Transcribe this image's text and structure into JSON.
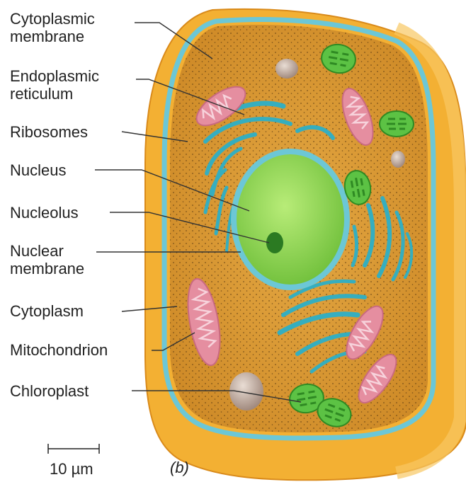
{
  "labels": {
    "cytoplasmic_membrane": [
      "Cytoplasmic",
      "membrane"
    ],
    "endoplasmic_reticulum": [
      "Endoplasmic",
      "reticulum"
    ],
    "ribosomes": "Ribosomes",
    "nucleus": "Nucleus",
    "nucleolus": "Nucleolus",
    "nuclear_membrane": [
      "Nuclear",
      "membrane"
    ],
    "cytoplasm": "Cytoplasm",
    "mitochondrion": "Mitochondrion",
    "chloroplast": "Chloroplast"
  },
  "scale_bar": {
    "text": "10 µm"
  },
  "panel_letter": "(b)",
  "colors": {
    "cell_wall": "#f3b033",
    "cell_wall_edge": "#d98a1a",
    "cytoplasm": "#d9962f",
    "membrane": "#6cc7d6",
    "nucleus": "#8fd14f",
    "nucleolus": "#2b7a22",
    "er": "#35aebf",
    "mitochondrion": "#e58ea0",
    "chloroplast": "#5cc244",
    "vacuole": "#bba69a",
    "leader": "#333333"
  }
}
